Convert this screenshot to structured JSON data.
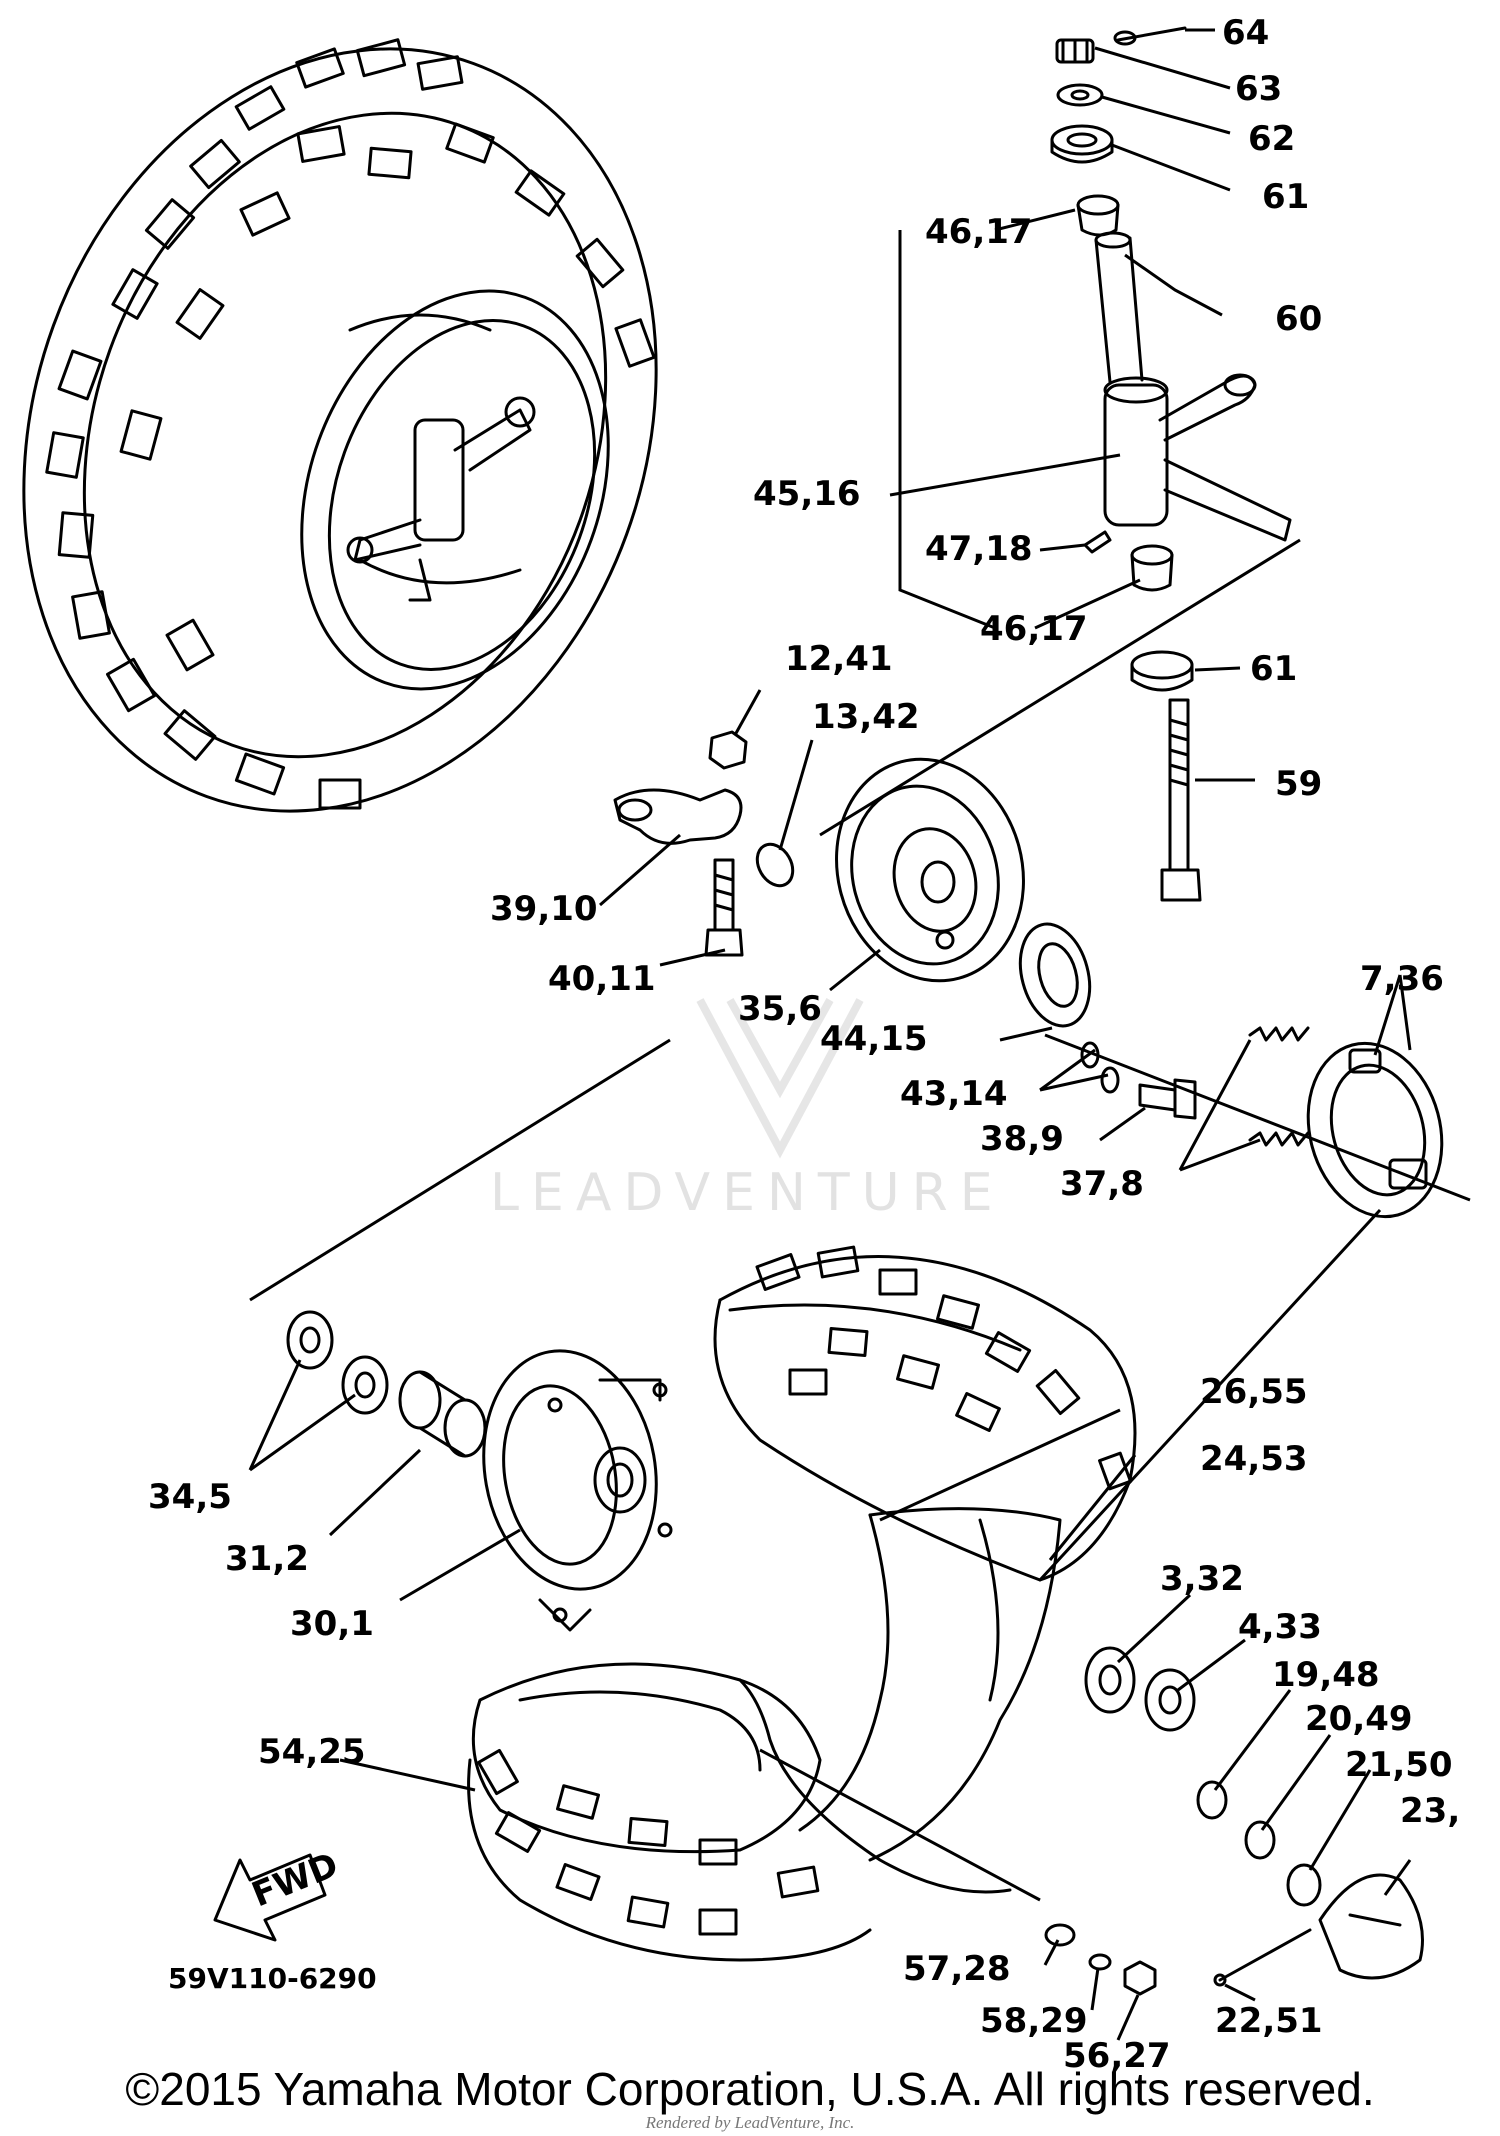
{
  "watermark": "LEADVENTURE",
  "diagram_code": "59V110-6290",
  "fwd_label": "FWD",
  "copyright": "©2015 Yamaha Motor Corporation, U.S.A. All rights reserved.",
  "rendered_by": "Rendered by LeadVenture, Inc.",
  "callouts": [
    {
      "id": "64",
      "text": "64"
    },
    {
      "id": "63",
      "text": "63"
    },
    {
      "id": "62",
      "text": "62"
    },
    {
      "id": "61a",
      "text": "61"
    },
    {
      "id": "60",
      "text": "60"
    },
    {
      "id": "46-17a",
      "text": "46,17"
    },
    {
      "id": "45-16",
      "text": "45,16"
    },
    {
      "id": "47-18",
      "text": "47,18"
    },
    {
      "id": "46-17b",
      "text": "46,17"
    },
    {
      "id": "61b",
      "text": "61"
    },
    {
      "id": "59",
      "text": "59"
    },
    {
      "id": "12-41",
      "text": "12,41"
    },
    {
      "id": "13-42",
      "text": "13,42"
    },
    {
      "id": "39-10",
      "text": "39,10"
    },
    {
      "id": "40-11",
      "text": "40,11"
    },
    {
      "id": "35-6",
      "text": "35,6"
    },
    {
      "id": "44-15",
      "text": "44,15"
    },
    {
      "id": "43-14",
      "text": "43,14"
    },
    {
      "id": "38-9",
      "text": "38,9"
    },
    {
      "id": "37-8",
      "text": "37,8"
    },
    {
      "id": "7-36",
      "text": "7,36"
    },
    {
      "id": "34-5",
      "text": "34,5"
    },
    {
      "id": "31-2",
      "text": "31,2"
    },
    {
      "id": "30-1",
      "text": "30,1"
    },
    {
      "id": "26-55",
      "text": "26,55"
    },
    {
      "id": "24-53",
      "text": "24,53"
    },
    {
      "id": "3-32",
      "text": "3,32"
    },
    {
      "id": "4-33",
      "text": "4,33"
    },
    {
      "id": "19-48",
      "text": "19,48"
    },
    {
      "id": "20-49",
      "text": "20,49"
    },
    {
      "id": "21-50",
      "text": "21,50"
    },
    {
      "id": "23",
      "text": "23,"
    },
    {
      "id": "54-25",
      "text": "54,25"
    },
    {
      "id": "57-28",
      "text": "57,28"
    },
    {
      "id": "58-29",
      "text": "58,29"
    },
    {
      "id": "56-27",
      "text": "56,27"
    },
    {
      "id": "22-51",
      "text": "22,51"
    }
  ]
}
